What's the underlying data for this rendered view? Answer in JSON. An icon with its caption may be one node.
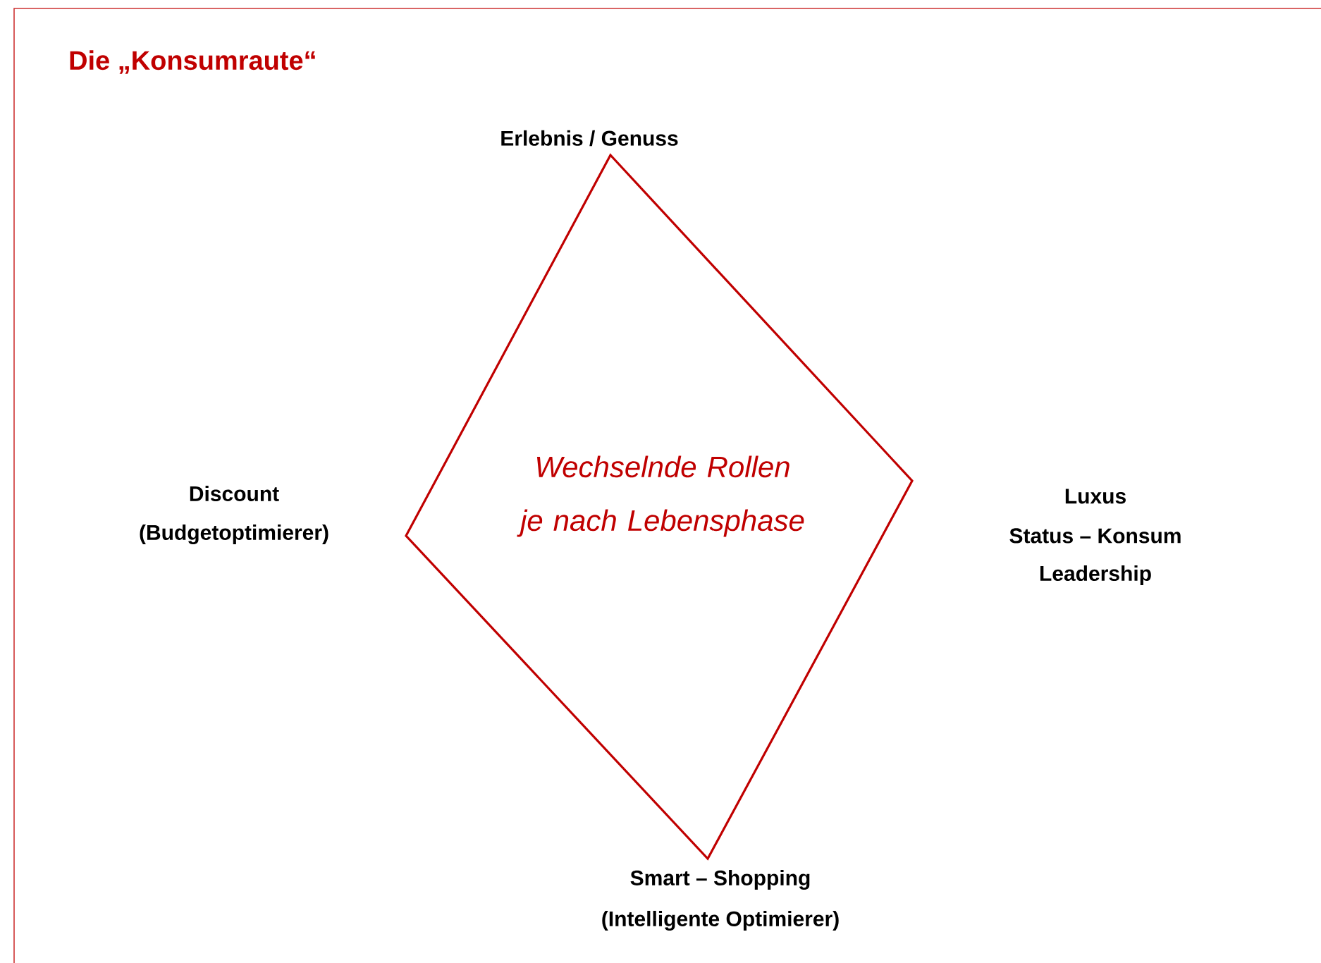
{
  "diagram": {
    "title": "Die „Konsumraute“",
    "nodes": [
      {
        "text": [
          "Wechselnde Rollen je nach Lebensphase"
        ]
      }
    ],
    "labels": [
      "Erlebnis / Genuss",
      "Discount",
      "(Budgetoptimierer)",
      "Luxus",
      "Status – Konsum",
      "Leadership",
      "Smart – Shopping",
      "(Intelligente Optimierer)"
    ]
  }
}
